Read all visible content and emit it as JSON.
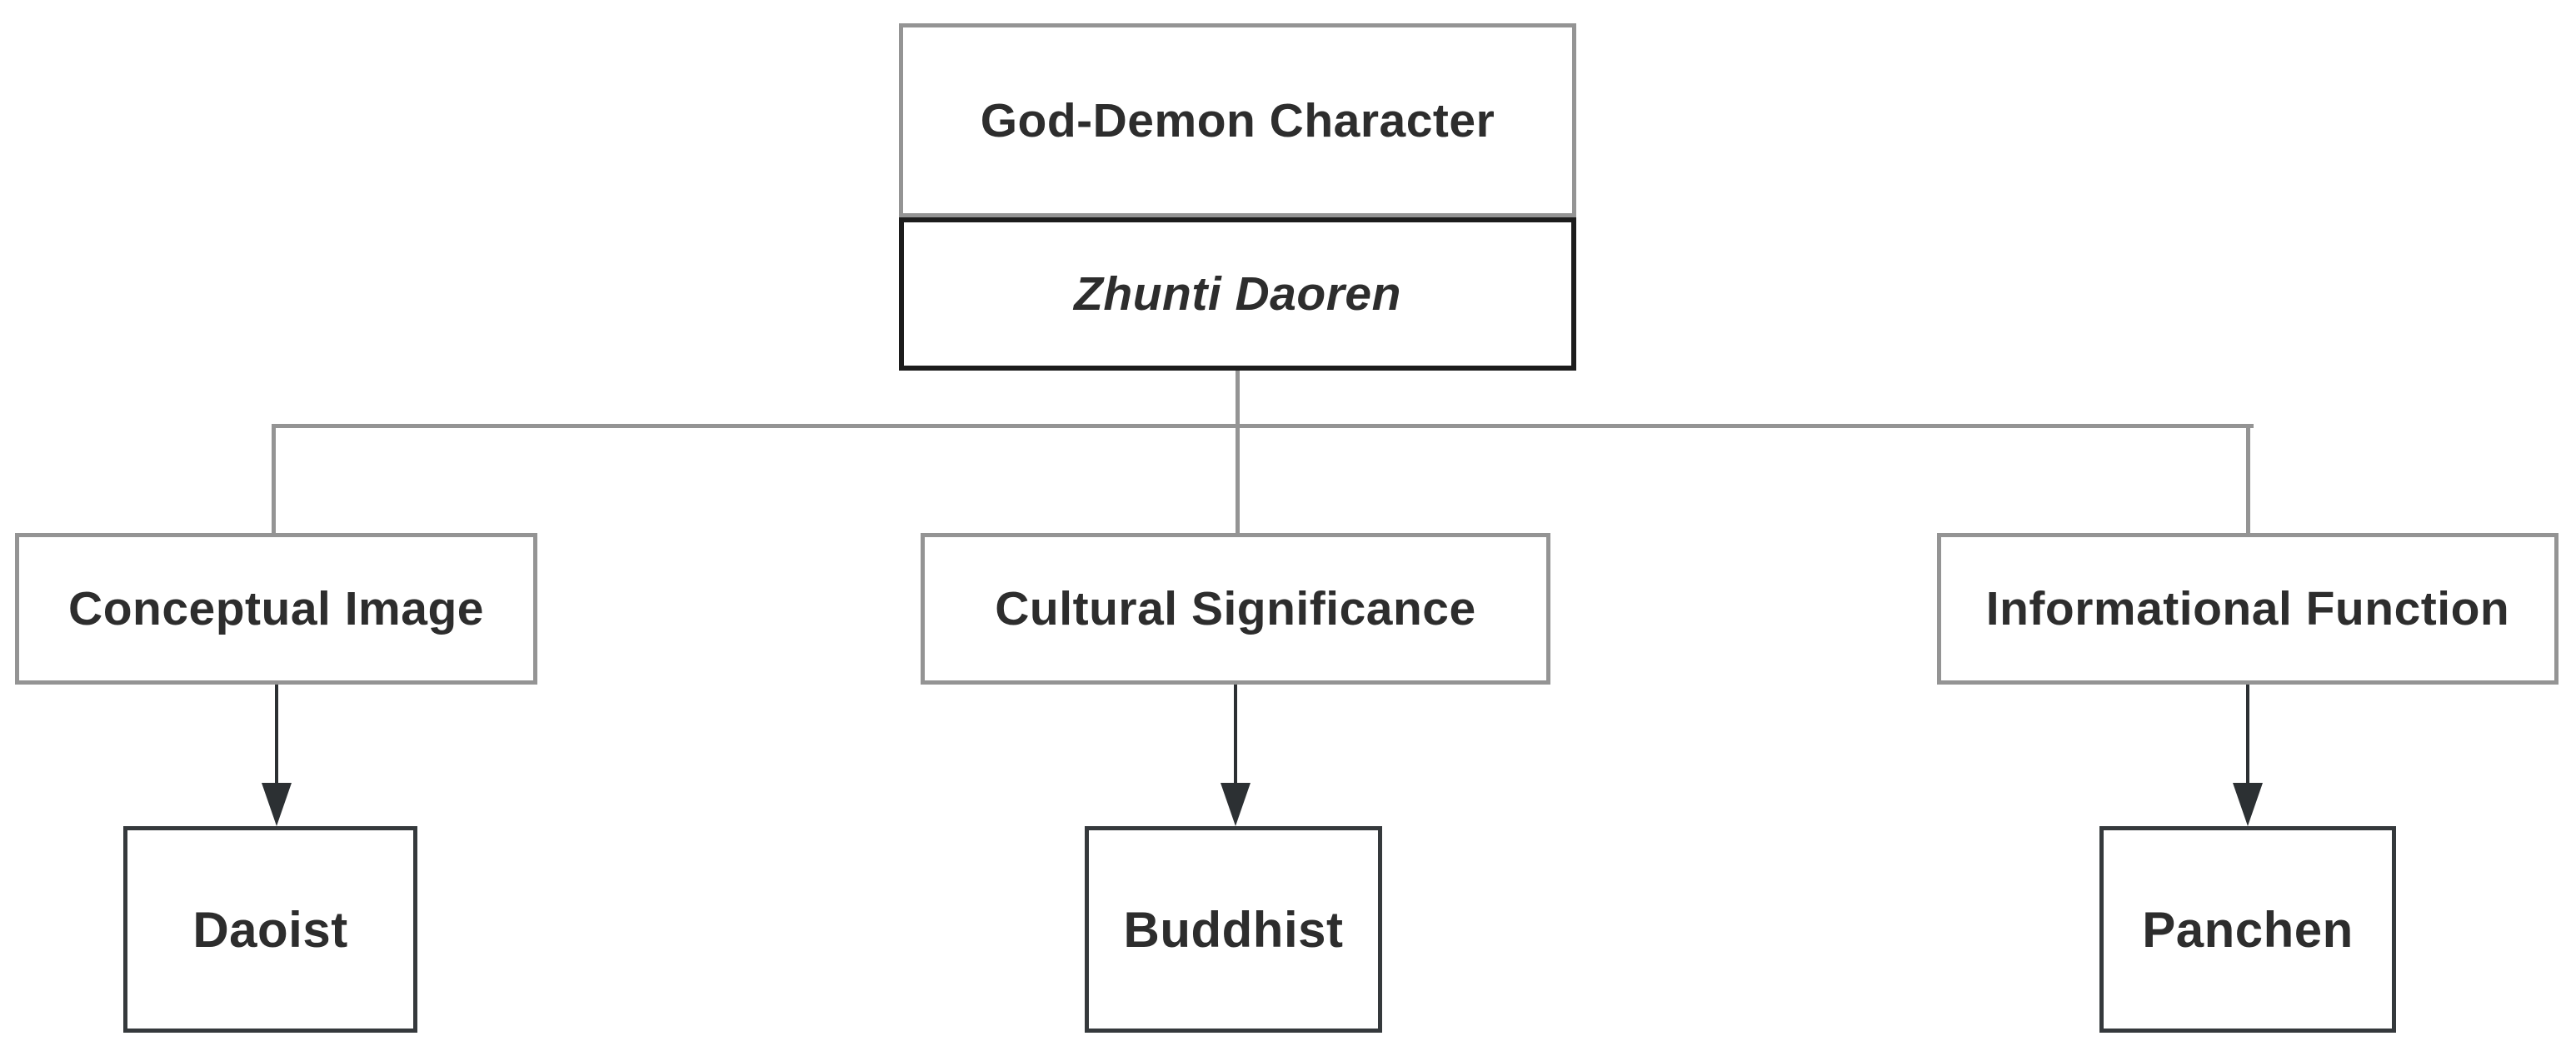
{
  "diagram": {
    "type": "hierarchy-flowchart",
    "root": {
      "category": "God-Demon Character",
      "name": "Zhunti Daoren"
    },
    "branches": [
      {
        "label": "Conceptual Image",
        "child": "Daoist"
      },
      {
        "label": "Cultural Significance",
        "child": "Buddhist"
      },
      {
        "label": "Informational Function",
        "child": "Panchen"
      }
    ],
    "colors": {
      "background": "#ffffff",
      "box_fill": "#ffffff",
      "gray_border": "#949494",
      "black_border": "#1c1c1c",
      "dark_border": "#35393c",
      "connector_gray": "#949494",
      "arrow_dark": "#2c3033",
      "text": "#2d2d2d"
    }
  }
}
